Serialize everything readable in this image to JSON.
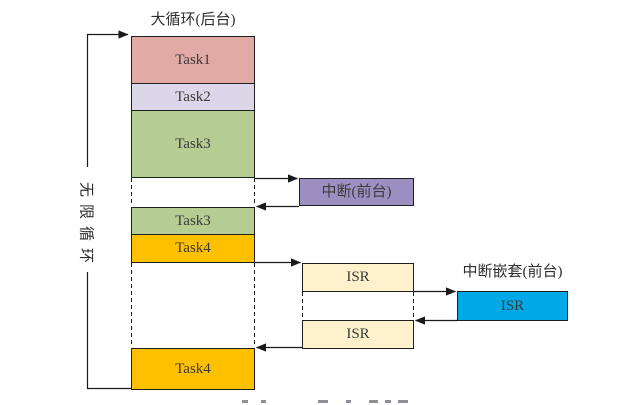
{
  "diagram": {
    "background_title": "大循环(后台)",
    "infinite_loop_label": "无限循环",
    "nested_interrupt_title": "中断嵌套(前台)",
    "stack_blocks": [
      {
        "id": "task1",
        "label": "Task1",
        "color": "#e2aaa5"
      },
      {
        "id": "task2",
        "label": "Task2",
        "color": "#dcd6e9"
      },
      {
        "id": "task3",
        "label": "Task3",
        "color": "#b5cc92"
      },
      {
        "id": "task3-resume",
        "label": "Task3",
        "color": "#b5cc92"
      },
      {
        "id": "task4",
        "label": "Task4",
        "color": "#ffc000"
      },
      {
        "id": "task4-resume",
        "label": "Task4",
        "color": "#ffc000"
      }
    ],
    "interrupt_block": {
      "label": "中断(前台)",
      "color": "#9d8fc2"
    },
    "isr_blocks": [
      {
        "label": "ISR",
        "color": "#fdf2cc"
      },
      {
        "label": "ISR",
        "color": "#fdf2cc"
      }
    ],
    "nested_isr_block": {
      "label": "ISR",
      "color": "#00a8e8"
    },
    "line_color": "#1a1a1a"
  }
}
